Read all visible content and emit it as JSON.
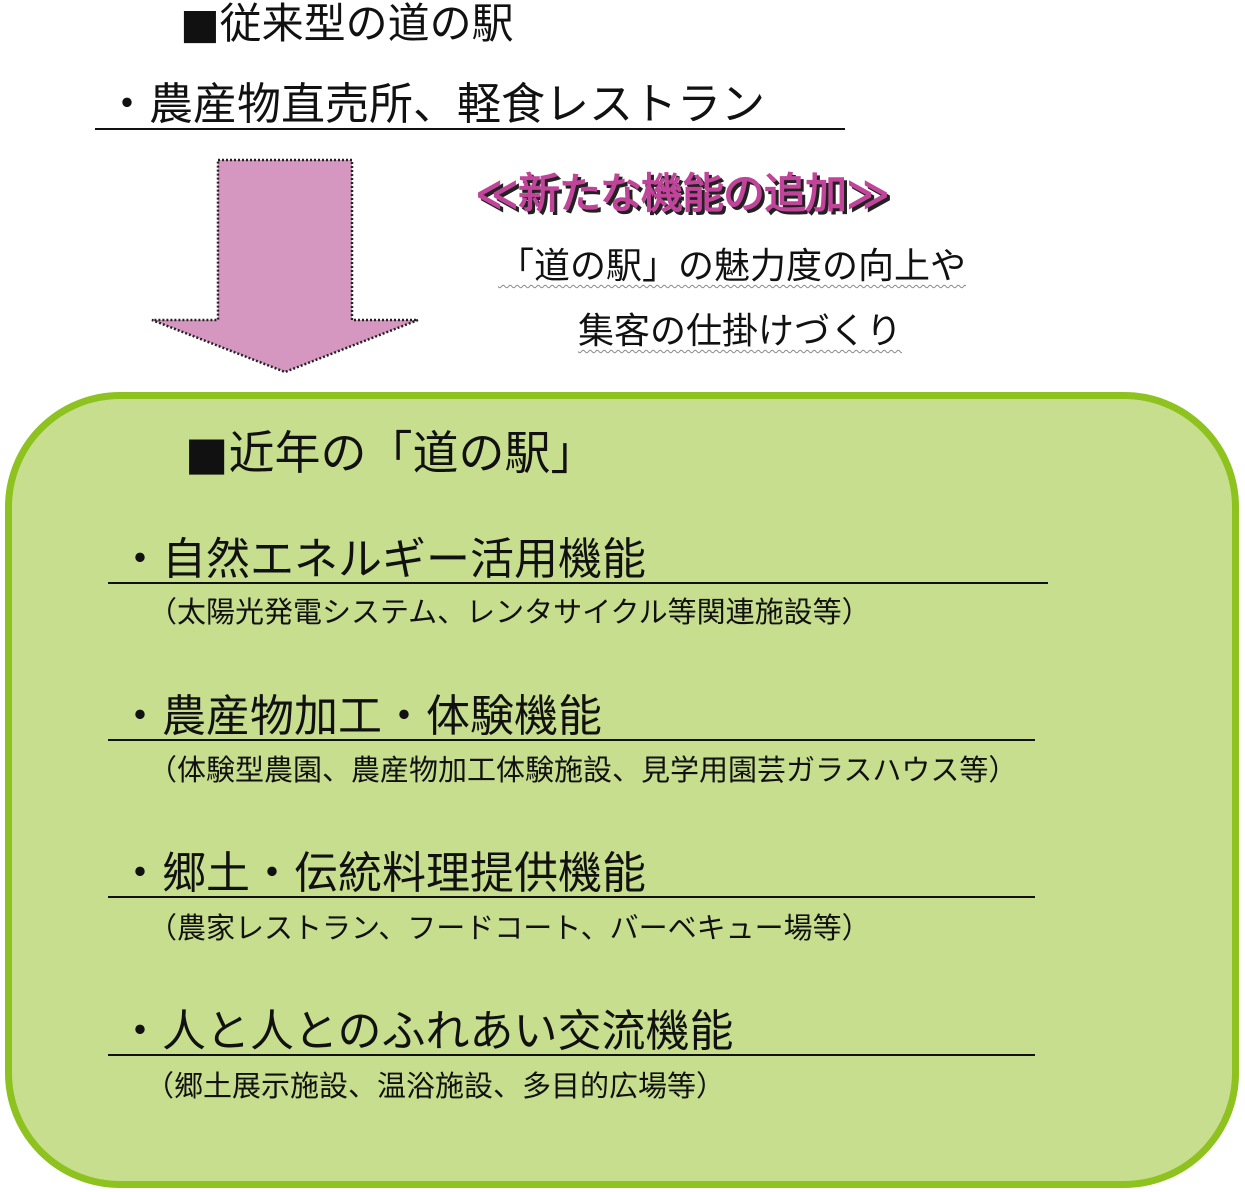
{
  "top": {
    "title": "■従来型の道の駅",
    "items": "・農産物直売所、軽食レストラン"
  },
  "arrow": {
    "color": "#d597c0",
    "icon": "down-arrow"
  },
  "addition": {
    "title": "≪新たな機能の追加≫",
    "line1": "「道の駅」の魅力度の向上や",
    "line2": "集客の仕掛けづくり",
    "color": "#c0449a"
  },
  "recent": {
    "title": "■近年の「道の駅」",
    "fill": "#c8de8f",
    "border": "#8dc21f",
    "functions": [
      {
        "name": "・自然エネルギー活用機能",
        "detail": "（太陽光発電システム、レンタサイクル等関連施設等）"
      },
      {
        "name": "・農産物加工・体験機能",
        "detail": "（体験型農園、農産物加工体験施設、見学用園芸ガラスハウス等）"
      },
      {
        "name": "・郷土・伝統料理提供機能",
        "detail": "（農家レストラン、フードコート、バーベキュー場等）"
      },
      {
        "name": "・人と人とのふれあい交流機能",
        "detail": "（郷土展示施設、温浴施設、多目的広場等）"
      }
    ]
  }
}
